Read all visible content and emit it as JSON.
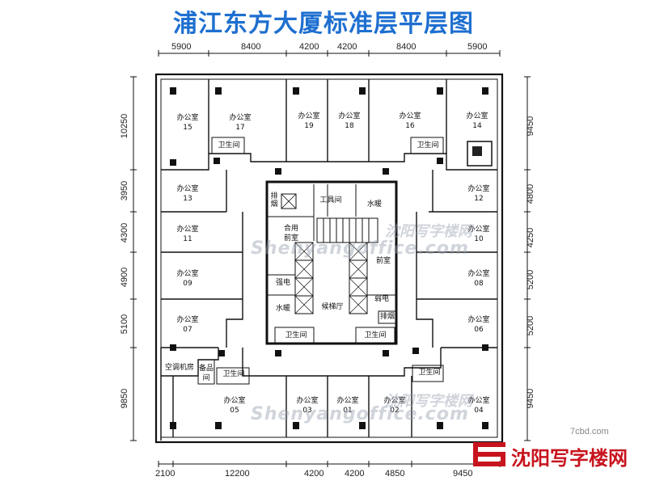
{
  "title": "浦江东方大厦标准层平层图",
  "dims_top": [
    "5900",
    "8400",
    "4200",
    "4200",
    "8400",
    "5900"
  ],
  "dims_bottom": [
    "2100",
    "12200",
    "4200",
    "4200",
    "4850",
    "9450"
  ],
  "dims_left": [
    "10250",
    "3950",
    "4300",
    "4900",
    "5100",
    "9850"
  ],
  "dims_right": [
    "9450",
    "4800",
    "4250",
    "5200",
    "5200",
    "9450"
  ],
  "office_label": "办公室",
  "offices": [
    "15",
    "17",
    "19",
    "18",
    "16",
    "14",
    "13",
    "12",
    "11",
    "10",
    "09",
    "08",
    "07",
    "06",
    "05",
    "03",
    "01",
    "02",
    "04"
  ],
  "toilet": "卫生间",
  "core": {
    "smoke": "排烟",
    "tools": "工具间",
    "water_heat": "水暖",
    "shared_lobby": "合用前室",
    "front_room": "前室",
    "strong_elec": "强电",
    "weak_elec": "弱电",
    "elevator_hall": "候梯厅"
  },
  "ac_room": "空调机房",
  "spare_room": "备品间",
  "watermark_cn": "沈阳写字楼网",
  "watermark_en": "Shenyangoffice.com",
  "site": "7cbd.com",
  "logo_text": "沈阳写字楼网"
}
